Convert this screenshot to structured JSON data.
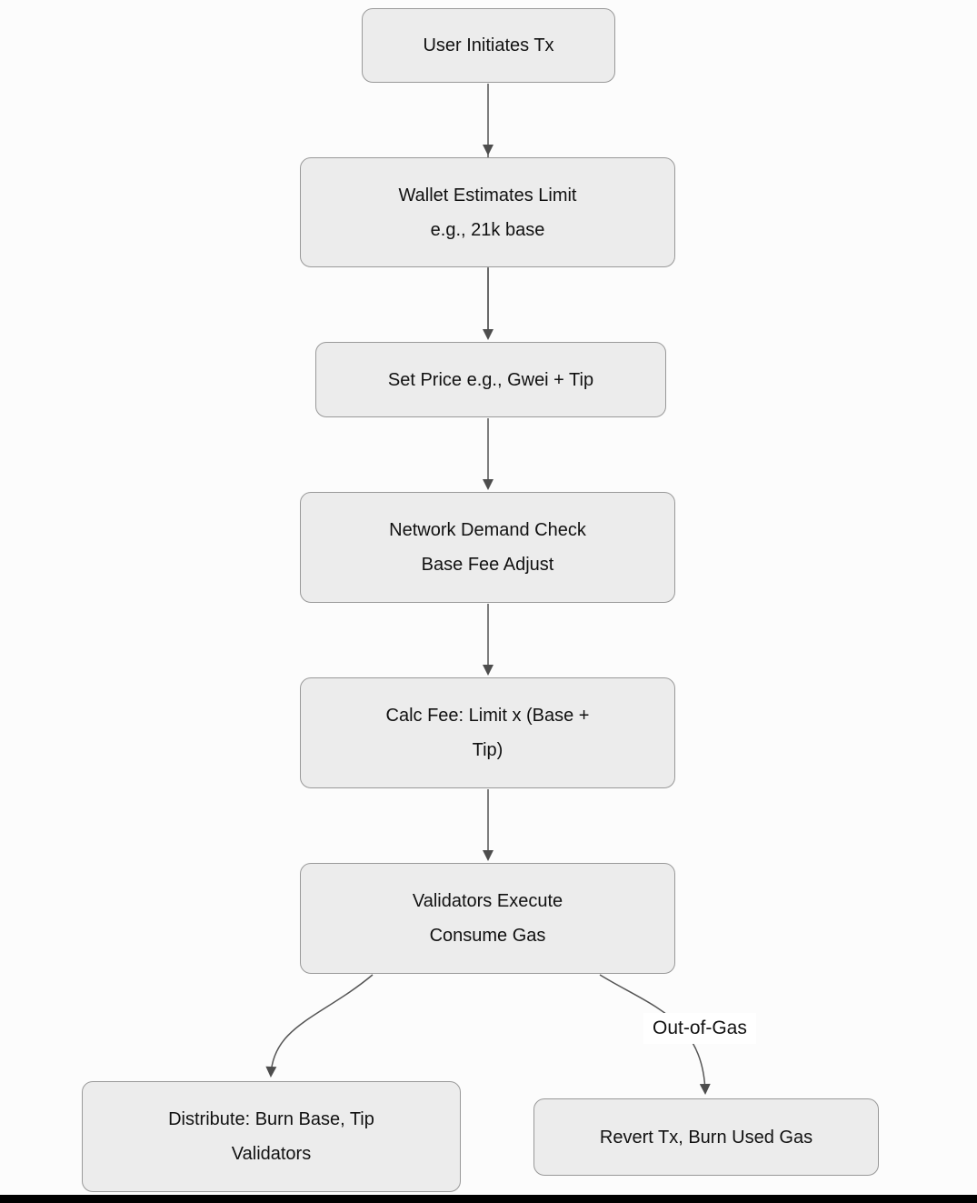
{
  "page": {
    "background_color": "#fcfcfc",
    "bottom_bar_color": "#000000"
  },
  "diagram": {
    "type": "flowchart",
    "direction": "top-down",
    "node_fill_color": "#ececec",
    "node_border_color": "#999999",
    "edge_color": "#555555",
    "arrowhead_color": "#4d4d4d",
    "text_color": "#111111",
    "nodes": {
      "user_initiates": {
        "line1": "User Initiates Tx"
      },
      "wallet_estimates": {
        "line1": "Wallet Estimates Limit",
        "line2": "e.g., 21k base"
      },
      "set_price": {
        "line1": "Set Price e.g., Gwei + Tip"
      },
      "network_demand": {
        "line1": "Network Demand Check",
        "line2": "Base Fee Adjust"
      },
      "calc_fee": {
        "line1": "Calc Fee: Limit x (Base +",
        "line2": "Tip)"
      },
      "validators_execute": {
        "line1": "Validators Execute",
        "line2": "Consume Gas"
      },
      "distribute": {
        "line1": "Distribute: Burn Base, Tip",
        "line2": "Validators"
      },
      "revert": {
        "line1": "Revert Tx, Burn Used Gas"
      }
    },
    "edges": {
      "out_of_gas_label": "Out-of-Gas"
    }
  }
}
